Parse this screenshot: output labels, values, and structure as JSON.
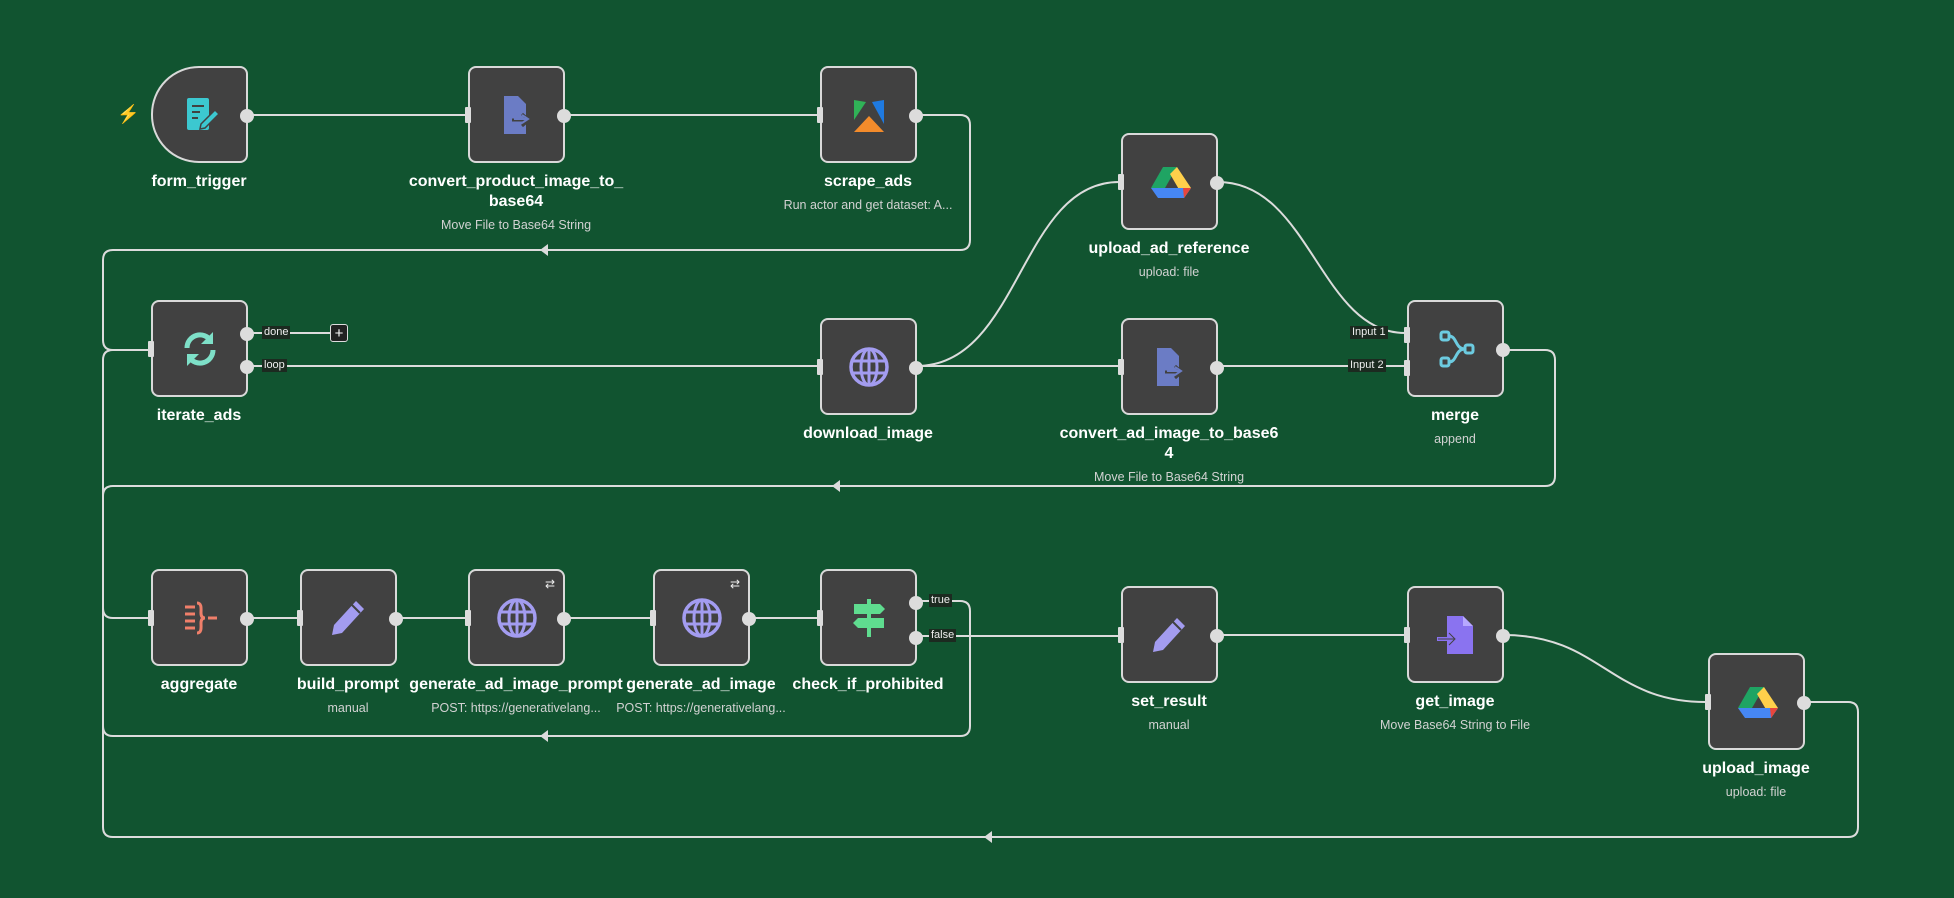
{
  "canvas": {
    "background": "#115430"
  },
  "nodes": [
    {
      "id": "form_trigger",
      "name": "form_trigger",
      "subtitle": "",
      "icon": "form-icon",
      "trigger": true
    },
    {
      "id": "convert_product",
      "name": "convert_product_image_to_base64",
      "subtitle": "Move File to Base64 String",
      "icon": "file-convert-icon"
    },
    {
      "id": "scrape_ads",
      "name": "scrape_ads",
      "subtitle": "Run actor and get dataset: A...",
      "icon": "apify-icon"
    },
    {
      "id": "upload_ad_reference",
      "name": "upload_ad_reference",
      "subtitle": "upload: file",
      "icon": "google-drive-icon"
    },
    {
      "id": "iterate_ads",
      "name": "iterate_ads",
      "subtitle": "",
      "icon": "loop-icon"
    },
    {
      "id": "download_image",
      "name": "download_image",
      "subtitle": "",
      "icon": "globe-icon"
    },
    {
      "id": "convert_ad_image",
      "name": "convert_ad_image_to_base64",
      "subtitle": "Move File to Base64 String",
      "icon": "file-convert-icon"
    },
    {
      "id": "merge",
      "name": "merge",
      "subtitle": "append",
      "icon": "merge-icon"
    },
    {
      "id": "aggregate",
      "name": "aggregate",
      "subtitle": "",
      "icon": "aggregate-icon"
    },
    {
      "id": "build_prompt",
      "name": "build_prompt",
      "subtitle": "manual",
      "icon": "pencil-icon"
    },
    {
      "id": "generate_prompt",
      "name": "generate_ad_image_prompt",
      "subtitle": "POST: https://generativelang...",
      "icon": "globe-icon",
      "retry": true
    },
    {
      "id": "generate_image",
      "name": "generate_ad_image",
      "subtitle": "POST: https://generativelang...",
      "icon": "globe-icon",
      "retry": true
    },
    {
      "id": "check_if_prohibited",
      "name": "check_if_prohibited",
      "subtitle": "",
      "icon": "signpost-icon"
    },
    {
      "id": "set_result",
      "name": "set_result",
      "subtitle": "manual",
      "icon": "pencil-icon"
    },
    {
      "id": "get_image",
      "name": "get_image",
      "subtitle": "Move Base64 String to File",
      "icon": "file-import-icon"
    },
    {
      "id": "upload_image",
      "name": "upload_image",
      "subtitle": "upload: file",
      "icon": "google-drive-icon"
    }
  ],
  "ports": {
    "done": "done",
    "loop": "loop",
    "true": "true",
    "false": "false",
    "input1": "Input 1",
    "input2": "Input 2",
    "add": "+"
  },
  "colors": {
    "node_fill": "#414141",
    "edge": "#dcdcdc",
    "trigger_bolt": "#e8714a"
  }
}
